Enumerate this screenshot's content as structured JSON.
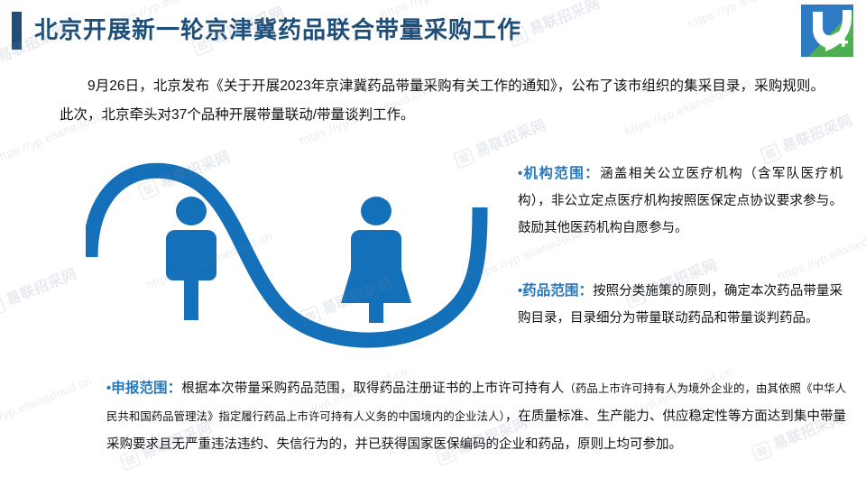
{
  "header": {
    "title": "北京开展新一轮京津冀药品联合带量采购工作",
    "accent_color": "#1F4E79",
    "logo_name": "yilian-zhaocai-logo"
  },
  "intro": {
    "paragraph": "9月26日，北京发布《关于开展2023年京津冀药品带量采购有关工作的通知》，公布了该市组织的集采目录，采购规则。此次，北京牵头对37个品种开展带量联动/带量谈判工作。"
  },
  "illustration": {
    "name": "s-curve-with-people",
    "curve_color": "#1470B8",
    "figures": [
      "male-figure",
      "female-figure"
    ]
  },
  "bullets": {
    "accent_color": "#2678BE",
    "institution": {
      "marker": "•",
      "label": "机构范围：",
      "text": "涵盖相关公立医疗机构（含军队医疗机构），非公立定点医疗机构按照医保定点协议要求参与。鼓励其他医药机构自愿参与。"
    },
    "drug": {
      "marker": "•",
      "label": "药品范围：",
      "text": "按照分类施策的原则，确定本次药品带量采购目录，目录细分为带量联动药品和带量谈判药品。"
    },
    "application": {
      "marker": "•",
      "label": "申报范围：",
      "text_before": "根据本次带量采购药品范围，取得药品注册证书的上市许可持有人",
      "text_paren": "（药品上市许可持有人为境外企业的，由其依照《中华人民共和国药品管理法》指定履行药品上市许可持有人义务的中国境内的企业法人）",
      "text_after": "，在质量标准、生产能力、供应稳定性等方面达到集中带量采购要求且无严重违法违约、失信行为的，并已获得国家医保编码的企业和药品，原则上均可参加。"
    }
  },
  "watermark": {
    "text_cn": "易联招采网",
    "text_url": "https://yp.elianedoud.cn"
  }
}
